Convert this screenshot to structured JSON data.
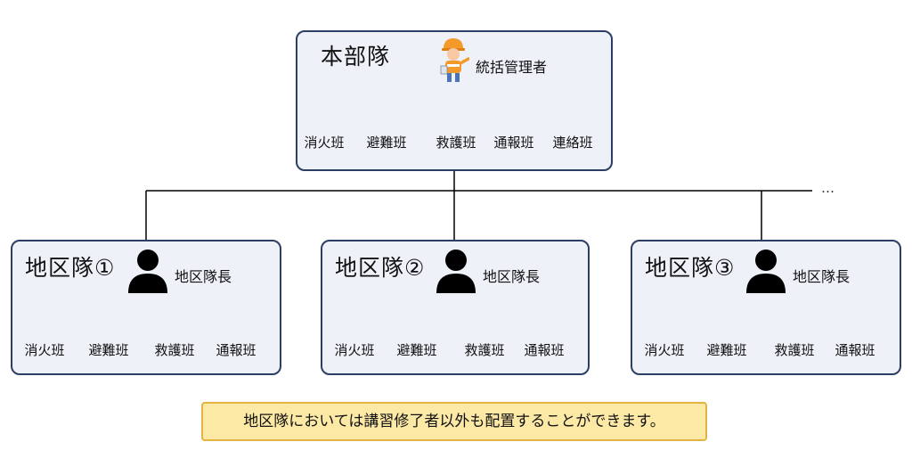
{
  "colors": {
    "box_fill": "#eef1f8",
    "box_border": "#2c3e63",
    "note_fill": "#fde9a6",
    "note_border": "#e2b443",
    "line": "#000000",
    "person_icon": "#000000",
    "worker_helmet": "#f39a2b"
  },
  "headquarters": {
    "title": "本部隊",
    "role": "統括管理者",
    "icon": "worker-icon",
    "teams": [
      "消火班",
      "避難班",
      "救護班",
      "通報班",
      "連絡班"
    ]
  },
  "districts": [
    {
      "title": "地区隊①",
      "role": "地区隊長",
      "icon": "person-icon",
      "teams": [
        "消火班",
        "避難班",
        "救護班",
        "通報班"
      ]
    },
    {
      "title": "地区隊②",
      "role": "地区隊長",
      "icon": "person-icon",
      "teams": [
        "消火班",
        "避難班",
        "救護班",
        "通報班"
      ]
    },
    {
      "title": "地区隊③",
      "role": "地区隊長",
      "icon": "person-icon",
      "teams": [
        "消火班",
        "避難班",
        "救護班",
        "通報班"
      ]
    }
  ],
  "continuation_mark": "…",
  "note": "地区隊においては講習修了者以外も配置することができます。"
}
